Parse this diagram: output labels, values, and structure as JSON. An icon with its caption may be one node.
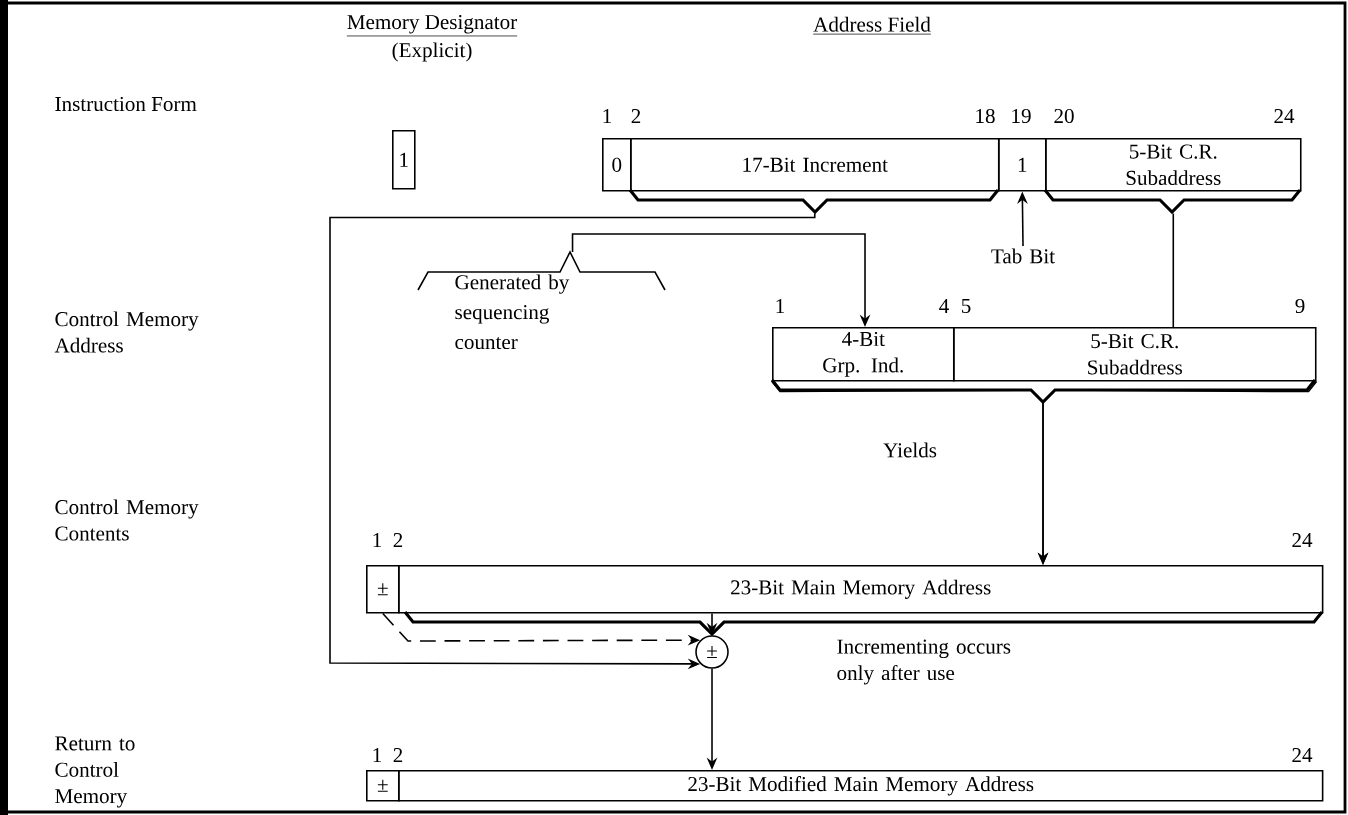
{
  "diagram": {
    "nodes": [
      {
        "text": [
          "1"
        ]
      },
      {
        "text": [
          "0"
        ]
      },
      {
        "text": [
          "17-Bit Increment"
        ]
      },
      {
        "text": [
          "1"
        ]
      },
      {
        "text": [
          "5-Bit C.R. Subaddress"
        ]
      },
      {
        "text": [
          "Generated by sequencing counter"
        ]
      },
      {
        "text": [
          "4-Bit Grp. Ind."
        ]
      },
      {
        "text": [
          "5-Bit C.R. Subaddress"
        ]
      },
      {
        "text": [
          "±"
        ]
      },
      {
        "text": [
          "23-Bit Main Memory Address"
        ]
      },
      {
        "text": [
          "±"
        ]
      },
      {
        "text": [
          "±"
        ]
      },
      {
        "text": [
          "23-Bit Modified Main Memory Address"
        ]
      },
      {
        "text": [
          "Tab Bit"
        ]
      }
    ],
    "edges": [
      {
        "from": 2,
        "to": 10,
        "arrow": "to"
      },
      {
        "from": 4,
        "to": 7,
        "arrow": "none"
      },
      {
        "from": 5,
        "to": 6,
        "arrow": "to"
      },
      {
        "from": 13,
        "to": 3,
        "arrow": "to"
      },
      {
        "from": 6,
        "to": 9,
        "arrow": "to"
      },
      {
        "from": 7,
        "to": 9,
        "arrow": "to"
      },
      {
        "from": 8,
        "to": 10,
        "arrow": "to",
        "style": "dashed"
      },
      {
        "from": 9,
        "to": 10,
        "arrow": "to"
      },
      {
        "from": 10,
        "to": 12,
        "arrow": "to"
      }
    ],
    "labels": [
      "Memory Designator",
      "Address Field",
      "(Explicit)",
      "Instruction Form",
      "1",
      "2",
      "18",
      "19",
      "20",
      "24",
      "Control Memory Address",
      "1",
      "4",
      "5",
      "9",
      "Yields",
      "Control Memory Contents",
      "1",
      "2",
      "24",
      "Incrementing occurs only after use",
      "Return to Control Memory",
      "1",
      "2",
      "24"
    ]
  }
}
